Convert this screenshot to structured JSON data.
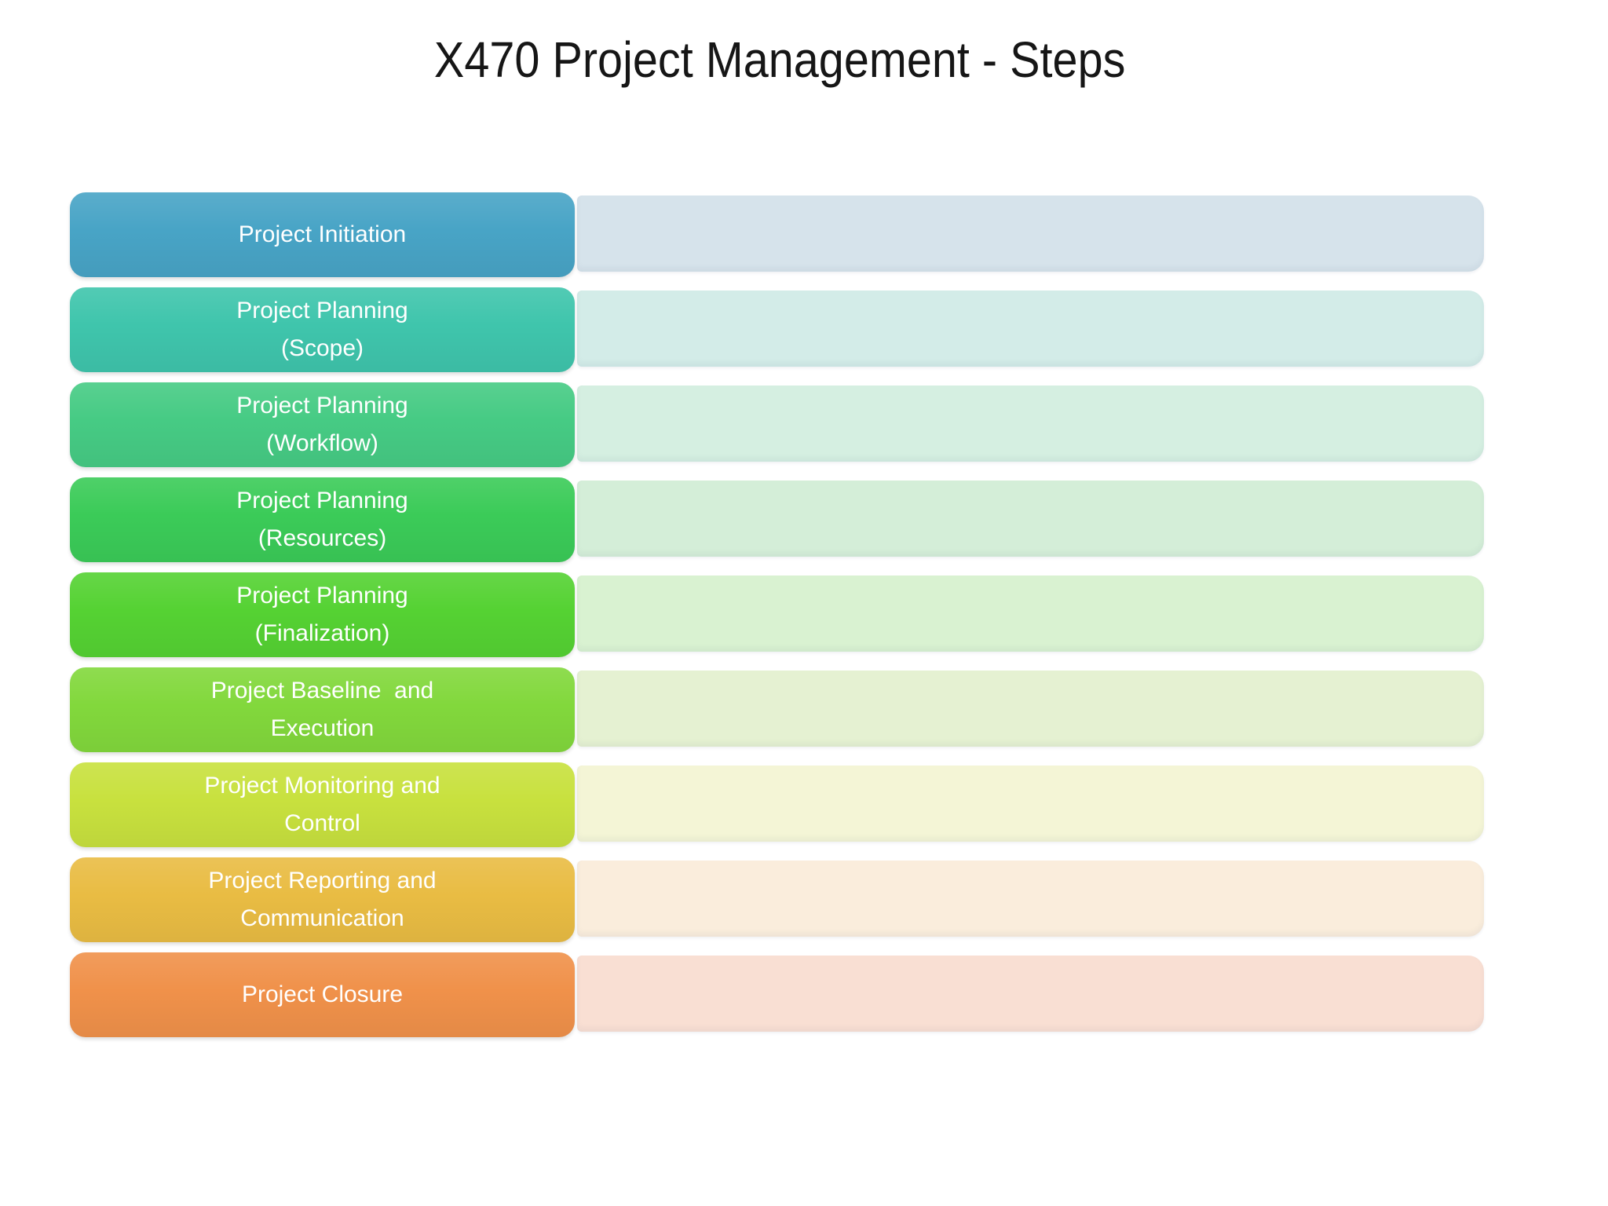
{
  "slide": {
    "title": "X470 Project Management - Steps",
    "background_color": "#ffffff",
    "title_color": "#161616"
  },
  "diagram": {
    "steps": [
      {
        "label": "Project Initiation",
        "fill": "#48A4C6",
        "track": "#D6E3EB"
      },
      {
        "label": "Project Planning\n(Scope)",
        "fill": "#3FC5AC",
        "track": "#D3ECE8"
      },
      {
        "label": "Project Planning\n(Workflow)",
        "fill": "#46CB84",
        "track": "#D5EFE1"
      },
      {
        "label": "Project Planning\n(Resources)",
        "fill": "#3BCB58",
        "track": "#D4EED8"
      },
      {
        "label": "Project Planning\n(Finalization)",
        "fill": "#55D233",
        "track": "#D9F2D1"
      },
      {
        "label": "Project Baseline  and\nExecution",
        "fill": "#82D83C",
        "track": "#E5F1D2"
      },
      {
        "label": "Project Monitoring and\nControl",
        "fill": "#C8E13E",
        "track": "#F4F5D6"
      },
      {
        "label": "Project Reporting and\nCommunication",
        "fill": "#E9BC43",
        "track": "#FAEDDC"
      },
      {
        "label": "Project Closure",
        "fill": "#F0914A",
        "track": "#F9DFD3"
      }
    ],
    "text_color": "#ffffff"
  }
}
